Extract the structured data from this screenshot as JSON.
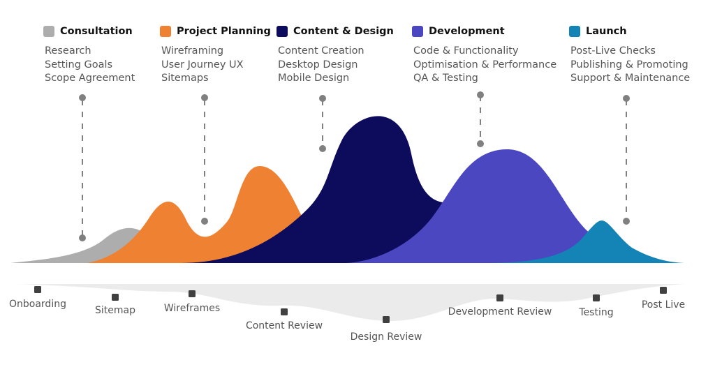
{
  "phases": [
    {
      "title": "Consultation",
      "color": "#adadad",
      "items": [
        "Research",
        "Setting Goals",
        "Scope Agreement"
      ]
    },
    {
      "title": "Project Planning",
      "color": "#ef8232",
      "items": [
        "Wireframing",
        "User Journey UX",
        "Sitemaps"
      ]
    },
    {
      "title": "Content & Design",
      "color": "#0c0b5c",
      "items": [
        "Content Creation",
        "Desktop Design",
        "Mobile Design"
      ]
    },
    {
      "title": "Development",
      "color": "#4a47c0",
      "items": [
        "Code & Functionality",
        "Optimisation & Performance",
        "QA & Testing"
      ]
    },
    {
      "title": "Launch",
      "color": "#1483b6",
      "items": [
        "Post-Live Checks",
        "Publishing & Promoting",
        "Support & Maintenance"
      ]
    }
  ],
  "milestones": [
    "Onboarding",
    "Sitemap",
    "Wireframes",
    "Content Review",
    "Design Review",
    "Development Review",
    "Testing",
    "Post Live"
  ],
  "colors": {
    "connector": "#808080",
    "ribbon": "#ebebeb",
    "marker": "#404040"
  }
}
